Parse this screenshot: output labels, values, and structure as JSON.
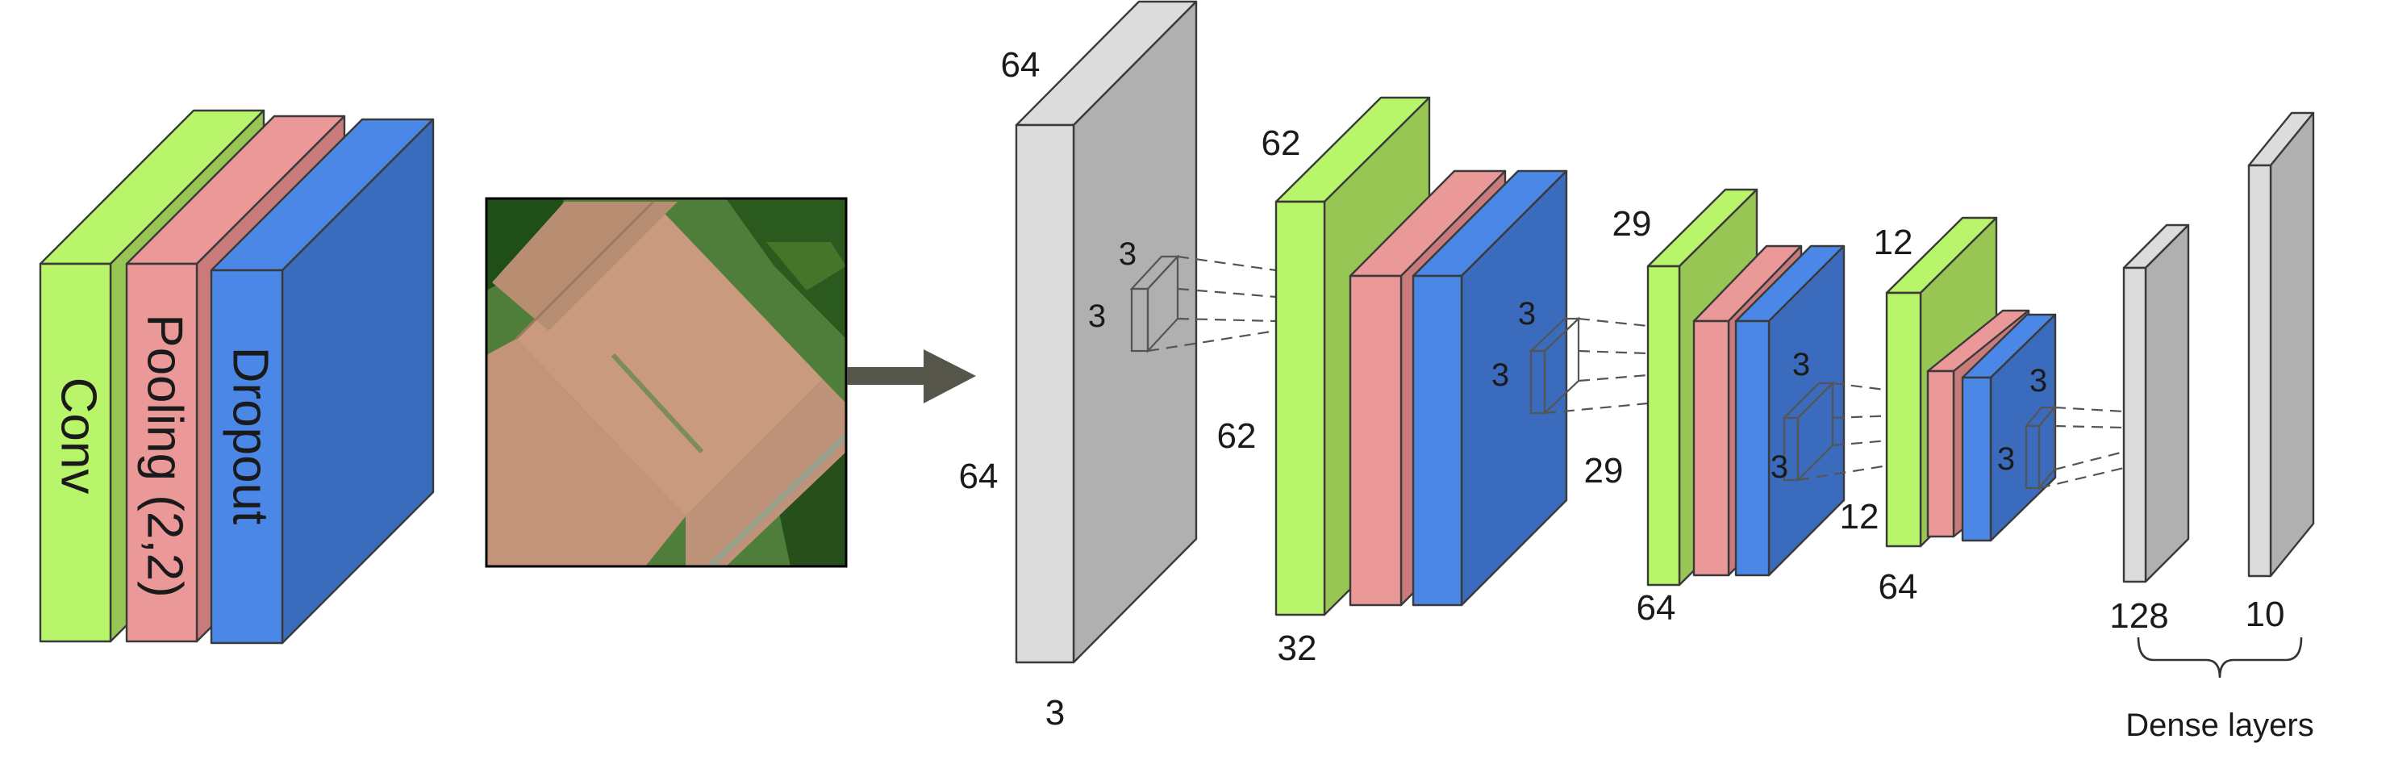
{
  "legend": {
    "conv": "Conv",
    "pooling": "Pooling (2,2)",
    "dropout": "Dropout"
  },
  "colors": {
    "conv_front": "#b8f56a",
    "conv_side": "#98c655",
    "pool_front": "#ea9898",
    "pool_side": "#c97b7b",
    "drop_front": "#4b87e6",
    "drop_side": "#3a6bbd",
    "gray_front": "#dcdcdc",
    "gray_side": "#b0b0b0",
    "arrow": "#55554a"
  },
  "input": {
    "width": "64",
    "height": "64",
    "channels": "3",
    "kernel_h": "3",
    "kernel_w": "3"
  },
  "block1": {
    "width": "62",
    "height": "62",
    "channels": "32",
    "kernel_h": "3",
    "kernel_w": "3"
  },
  "block2": {
    "width": "29",
    "height": "29",
    "channels": "64",
    "kernel_h": "3",
    "kernel_w": "3"
  },
  "block3": {
    "width": "12",
    "height": "12",
    "channels": "64",
    "kernel_h": "3",
    "kernel_w": "3"
  },
  "dense": {
    "units1": "128",
    "units2": "10",
    "caption": "Dense layers"
  }
}
